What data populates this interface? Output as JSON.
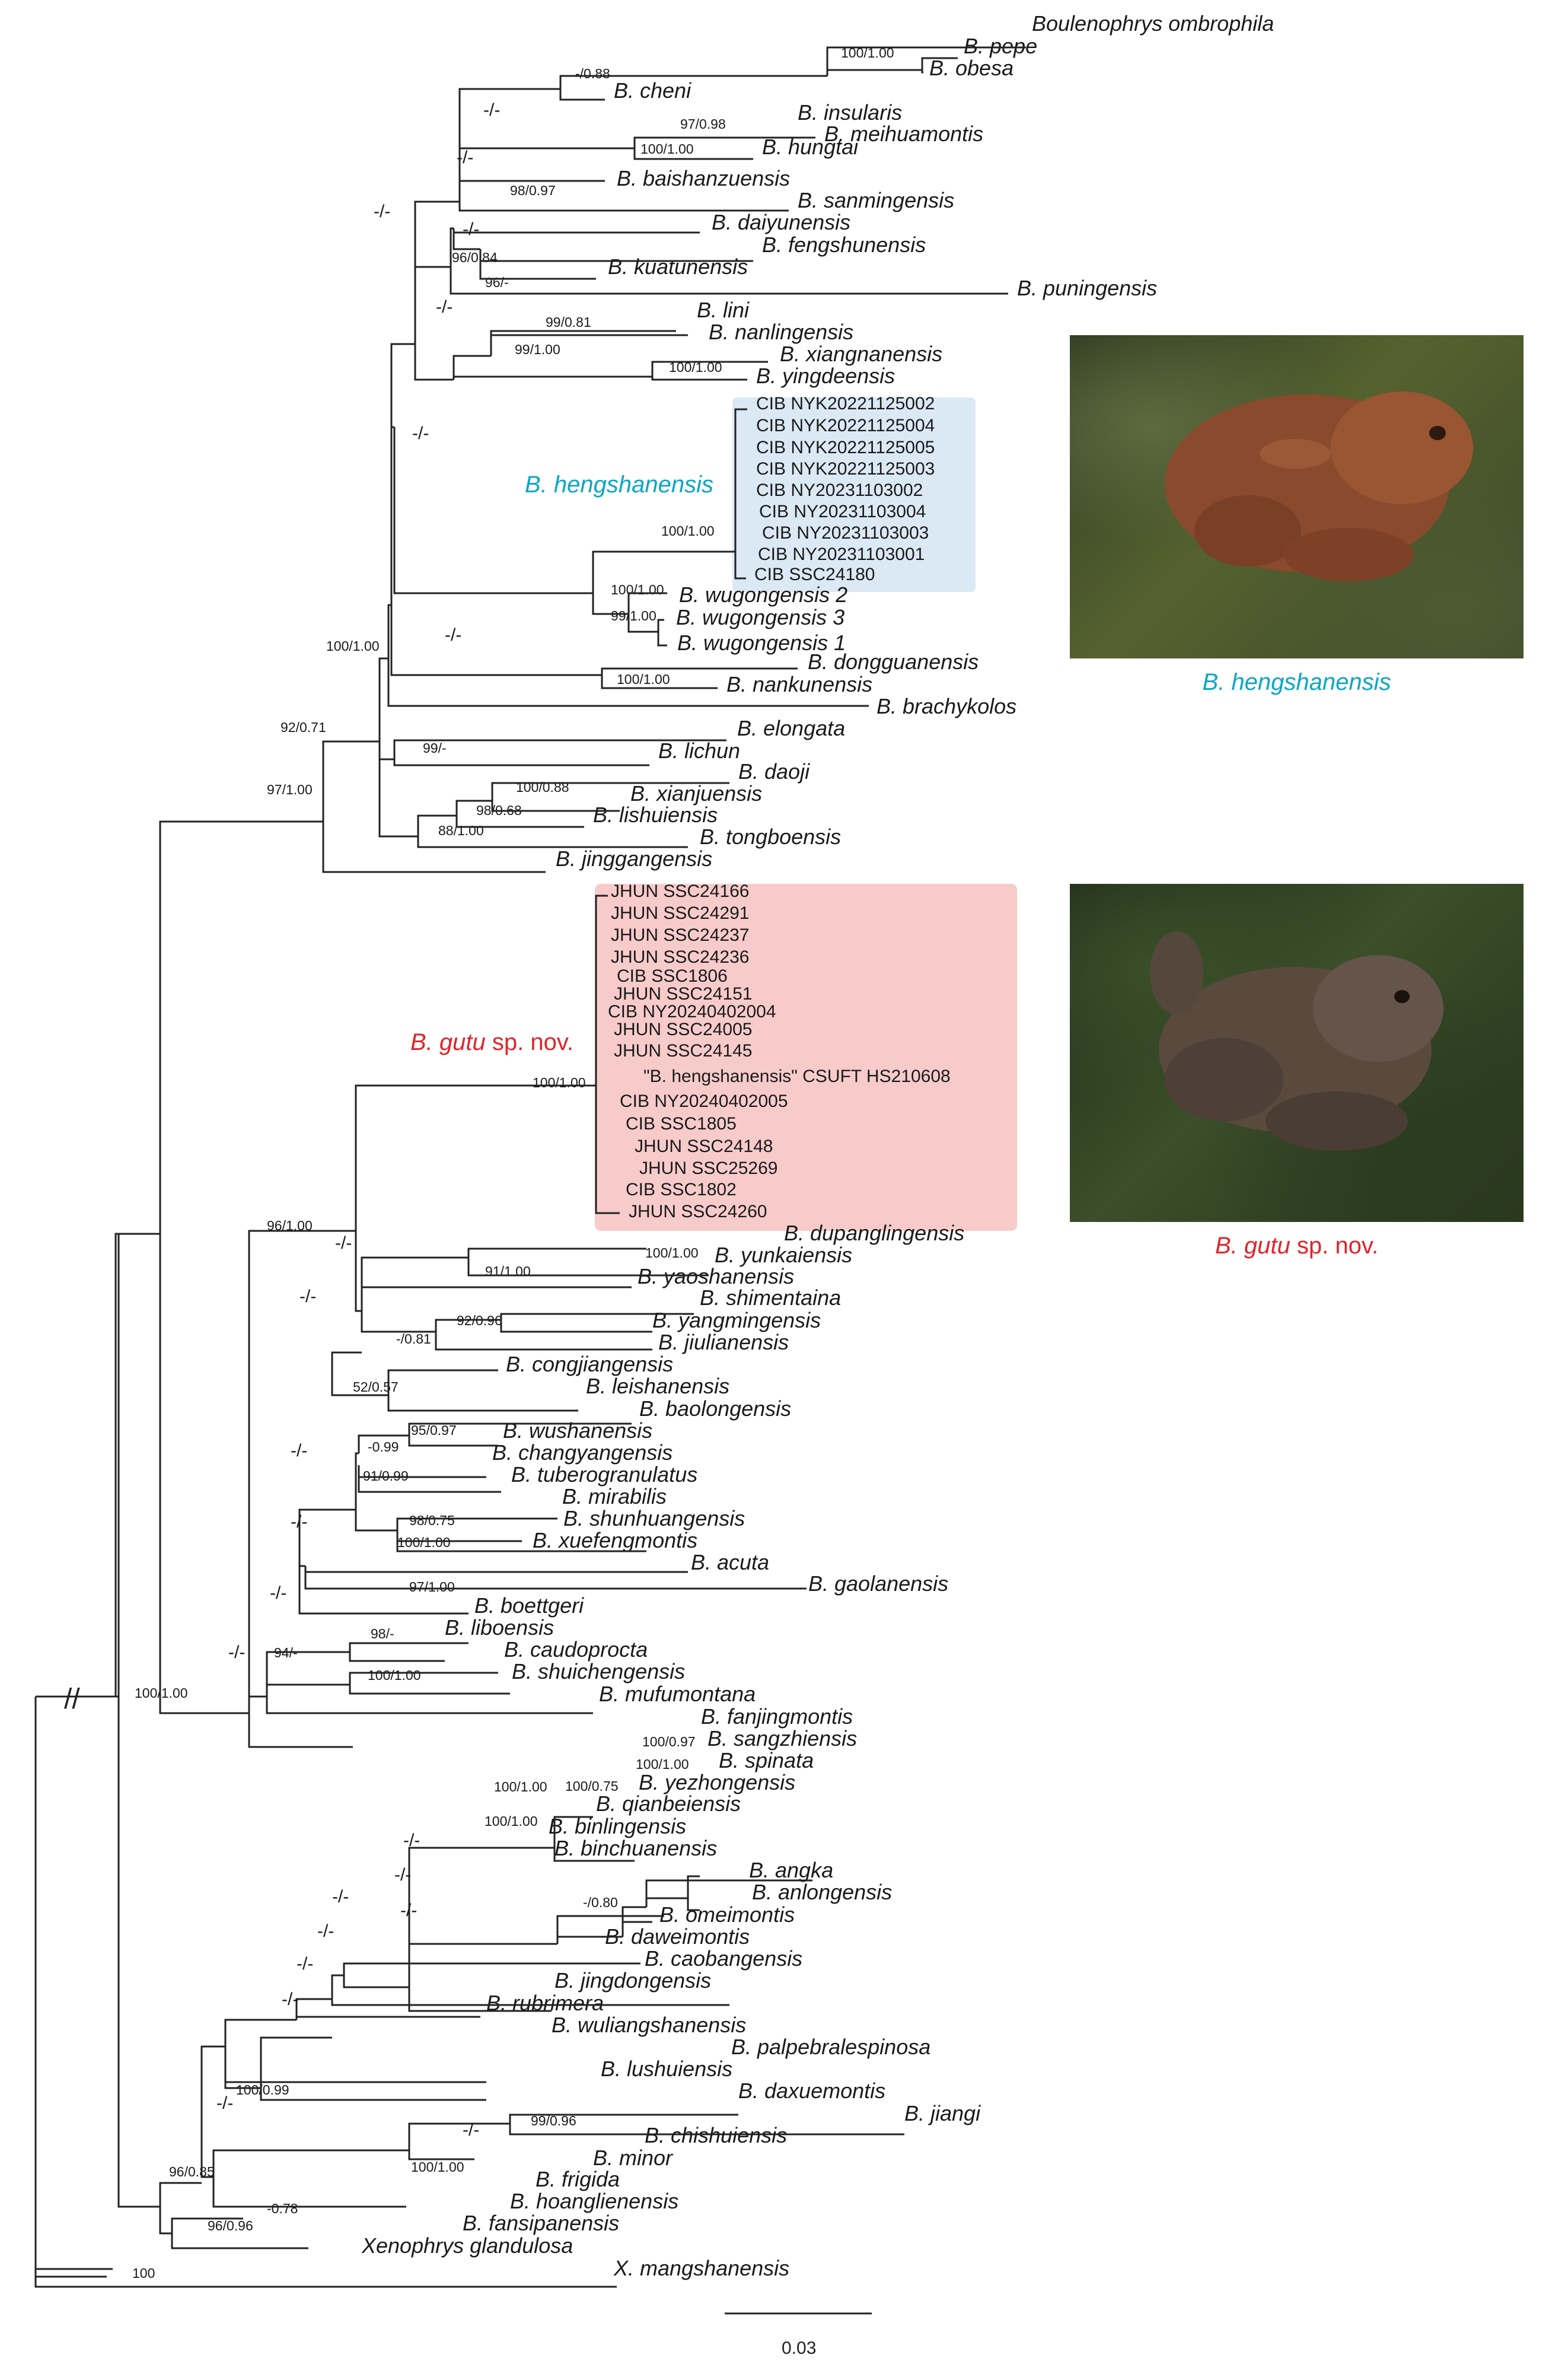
{
  "colors": {
    "hengshanensis": "#0aa7c4",
    "gutu": "#e2232a",
    "box_blue": "#dbe9f5",
    "box_red": "#f8cbcb"
  },
  "scale_bar": {
    "label": "0.03"
  },
  "break_mark": "//",
  "collapsed_support": "-/-",
  "captions": {
    "photo_top": "B. hengshanensis",
    "photo_bottom_name": "B. gutu",
    "photo_bottom_suffix": " sp. nov."
  },
  "clade_labels": {
    "hengshanensis": "B. hengshanensis",
    "gutu_name": "B. gutu",
    "gutu_suffix": " sp. nov."
  },
  "tips": [
    {
      "t": "Boulenophrys ombrophila"
    },
    {
      "t": "B. pepe"
    },
    {
      "t": "B. obesa"
    },
    {
      "t": "B. cheni"
    },
    {
      "t": "B. insularis"
    },
    {
      "t": "B. meihuamontis"
    },
    {
      "t": "B. hungtai"
    },
    {
      "t": "B. baishanzuensis"
    },
    {
      "t": "B. sanmingensis"
    },
    {
      "t": "B. daiyunensis"
    },
    {
      "t": "B. fengshunensis"
    },
    {
      "t": "B. kuatunensis"
    },
    {
      "t": "B. puningensis"
    },
    {
      "t": "B. lini"
    },
    {
      "t": "B. nanlingensis"
    },
    {
      "t": "B. xiangnanensis"
    },
    {
      "t": "B. yingdeensis"
    },
    {
      "t": "CIB NYK20221125002",
      "s": "acc"
    },
    {
      "t": "CIB NYK20221125004",
      "s": "acc"
    },
    {
      "t": "CIB NYK20221125005",
      "s": "acc"
    },
    {
      "t": "CIB NYK20221125003",
      "s": "acc"
    },
    {
      "t": "CIB NY20231103002",
      "s": "acc"
    },
    {
      "t": "CIB NY20231103004",
      "s": "acc"
    },
    {
      "t": "CIB NY20231103003",
      "s": "acc"
    },
    {
      "t": "CIB NY20231103001",
      "s": "acc"
    },
    {
      "t": "CIB SSC24180",
      "s": "acc"
    },
    {
      "t": "B. wugongensis 2"
    },
    {
      "t": "B. wugongensis 3"
    },
    {
      "t": "B. wugongensis 1"
    },
    {
      "t": "B. dongguanensis"
    },
    {
      "t": "B. nankunensis"
    },
    {
      "t": "B. brachykolos"
    },
    {
      "t": "B. elongata"
    },
    {
      "t": "B. lichun"
    },
    {
      "t": "B. daoji"
    },
    {
      "t": "B. xianjuensis"
    },
    {
      "t": "B. lishuiensis"
    },
    {
      "t": "B. tongboensis"
    },
    {
      "t": "B. jinggangensis"
    },
    {
      "t": "JHUN SSC24166",
      "s": "acc"
    },
    {
      "t": "JHUN SSC24291",
      "s": "acc"
    },
    {
      "t": "JHUN SSC24237",
      "s": "acc"
    },
    {
      "t": "JHUN SSC24236",
      "s": "acc"
    },
    {
      "t": "CIB SSC1806",
      "s": "acc"
    },
    {
      "t": "JHUN SSC24151",
      "s": "acc"
    },
    {
      "t": "CIB NY20240402004",
      "s": "acc"
    },
    {
      "t": "JHUN SSC24005",
      "s": "acc"
    },
    {
      "t": "JHUN SSC24145",
      "s": "acc"
    },
    {
      "t": "\"B. hengshanensis\" CSUFT HS210608",
      "s": "acc"
    },
    {
      "t": "CIB NY20240402005",
      "s": "acc"
    },
    {
      "t": "CIB SSC1805",
      "s": "acc"
    },
    {
      "t": "JHUN SSC24148",
      "s": "acc"
    },
    {
      "t": "JHUN SSC25269",
      "s": "acc"
    },
    {
      "t": "CIB SSC1802",
      "s": "acc"
    },
    {
      "t": "JHUN SSC24260",
      "s": "acc"
    },
    {
      "t": "B. dupanglingensis"
    },
    {
      "t": "B. yunkaiensis"
    },
    {
      "t": "B. yaoshanensis"
    },
    {
      "t": "B. shimentaina"
    },
    {
      "t": "B. yangmingensis"
    },
    {
      "t": "B. jiulianensis"
    },
    {
      "t": "B. congjiangensis"
    },
    {
      "t": "B. leishanensis"
    },
    {
      "t": "B. baolongensis"
    },
    {
      "t": "B. wushanensis"
    },
    {
      "t": "B. changyangensis"
    },
    {
      "t": "B. tuberogranulatus"
    },
    {
      "t": "B. mirabilis"
    },
    {
      "t": "B. shunhuangensis"
    },
    {
      "t": "B. xuefengmontis"
    },
    {
      "t": "B. acuta"
    },
    {
      "t": "B. gaolanensis"
    },
    {
      "t": "B. boettgeri"
    },
    {
      "t": "B. liboensis"
    },
    {
      "t": "B. caudoprocta"
    },
    {
      "t": "B. shuichengensis"
    },
    {
      "t": "B. mufumontana"
    },
    {
      "t": "B. fanjingmontis"
    },
    {
      "t": "B. sangzhiensis"
    },
    {
      "t": "B. spinata"
    },
    {
      "t": "B. yezhongensis"
    },
    {
      "t": "B. qianbeiensis"
    },
    {
      "t": "B. binlingensis"
    },
    {
      "t": "B. binchuanensis"
    },
    {
      "t": "B. angka"
    },
    {
      "t": "B. anlongensis"
    },
    {
      "t": "B. omeimontis"
    },
    {
      "t": "B. daweimontis"
    },
    {
      "t": "B. caobangensis"
    },
    {
      "t": "B. jingdongensis"
    },
    {
      "t": "B. rubrimera"
    },
    {
      "t": "B. wuliangshanensis"
    },
    {
      "t": "B. palpebralespinosa"
    },
    {
      "t": "B. lushuiensis"
    },
    {
      "t": "B. daxuemontis"
    },
    {
      "t": "B. jiangi"
    },
    {
      "t": "B. chishuiensis"
    },
    {
      "t": "B. minor"
    },
    {
      "t": "B. frigida"
    },
    {
      "t": "B. hoanglienensis"
    },
    {
      "t": "B. fansipanensis"
    },
    {
      "t": "Xenophrys glandulosa"
    },
    {
      "t": "X. mangshanensis"
    }
  ],
  "supports": [
    "100/1.00",
    "-/0.88",
    "97/0.98",
    "100/1.00",
    "98/0.97",
    "96/0.84",
    "96/-",
    "99/0.81",
    "99/1.00",
    "100/1.00",
    "100/1.00",
    "100/1.00",
    "99/1.00",
    "100/1.00",
    "100/1.00",
    "92/0.71",
    "99/-",
    "100/0.88",
    "98/0.68",
    "88/1.00",
    "97/1.00",
    "100/1.00",
    "96/1.00",
    "100/1.00",
    "91/1.00",
    "92/0.96",
    "-/0.81",
    "52/0.57",
    "95/0.97",
    "-0.99",
    "91/0.99",
    "98/0.75",
    "100/1.00",
    "97/1.00",
    "98/-",
    "94/-",
    "100/1.00",
    "100/1.00",
    "100/0.97",
    "100/1.00",
    "100/0.75",
    "100/1.00",
    "100/1.00",
    "-/0.80",
    "100/0.99",
    "99/0.96",
    "100/1.00",
    "96/0.85",
    "-0.78",
    "96/0.96",
    "100"
  ]
}
